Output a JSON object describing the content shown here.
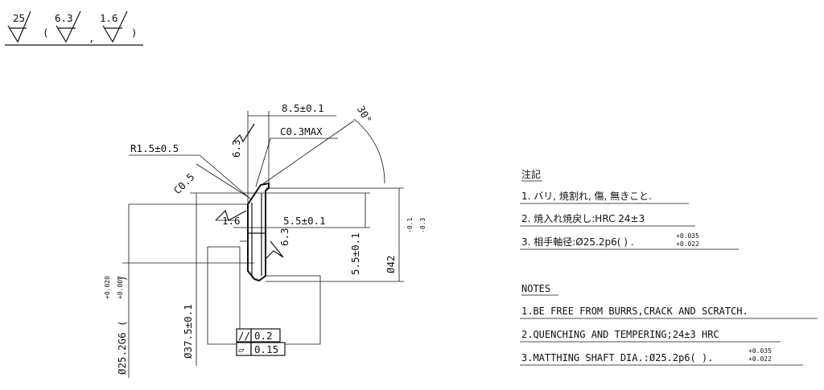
{
  "roughness": {
    "main": "25",
    "alt1": "6.3",
    "alt2": "1.6",
    "open_paren": "(",
    "comma": ",",
    "close_paren": ")"
  },
  "dimensions": {
    "top_width": "8.5±0.1",
    "chamfer_top": "C0.3MAX",
    "radius": "R1.5±0.5",
    "chamfer_left": "C0.5",
    "angle": "30°",
    "rough_top": "6.3",
    "rough_mid": "1.6",
    "rough_right": "6.3",
    "inner_width": "5.5±0.1",
    "height": "5.5±0.1",
    "outer_dia": "Ø42",
    "outer_dia_tol_upper": "-0.1",
    "outer_dia_tol_lower": "-0.3",
    "mid_dia": "Ø37.5±0.1",
    "bore_dia": "Ø25.2G6",
    "bore_tol_upper": "+0.020",
    "bore_tol_lower": "+0.007",
    "paren_open": "(",
    "paren_close": ")"
  },
  "tolerance_frames": [
    {
      "symbol": "//",
      "value": "0.2"
    },
    {
      "symbol": "▱",
      "value": "0.15"
    }
  ],
  "notes_jp": {
    "title": "注記",
    "items": [
      "1. バリ, 焼割れ, 傷, 無きこと.",
      "2. 焼入れ焼戻し:HRC 24±3",
      "3. 相手軸径:Ø25.2p6( ) ."
    ],
    "tol_upper": "+0.035",
    "tol_lower": "+0.022"
  },
  "notes_en": {
    "title": "NOTES",
    "items": [
      "1.BE FREE FROM BURRS,CRACK AND SCRATCH.",
      "2.QUENCHING AND TEMPERING;24±3 HRC",
      "3.MATTHING SHAFT DIA.:Ø25.2p6( )."
    ],
    "tol_upper": "+0.035",
    "tol_lower": "+0.022"
  }
}
